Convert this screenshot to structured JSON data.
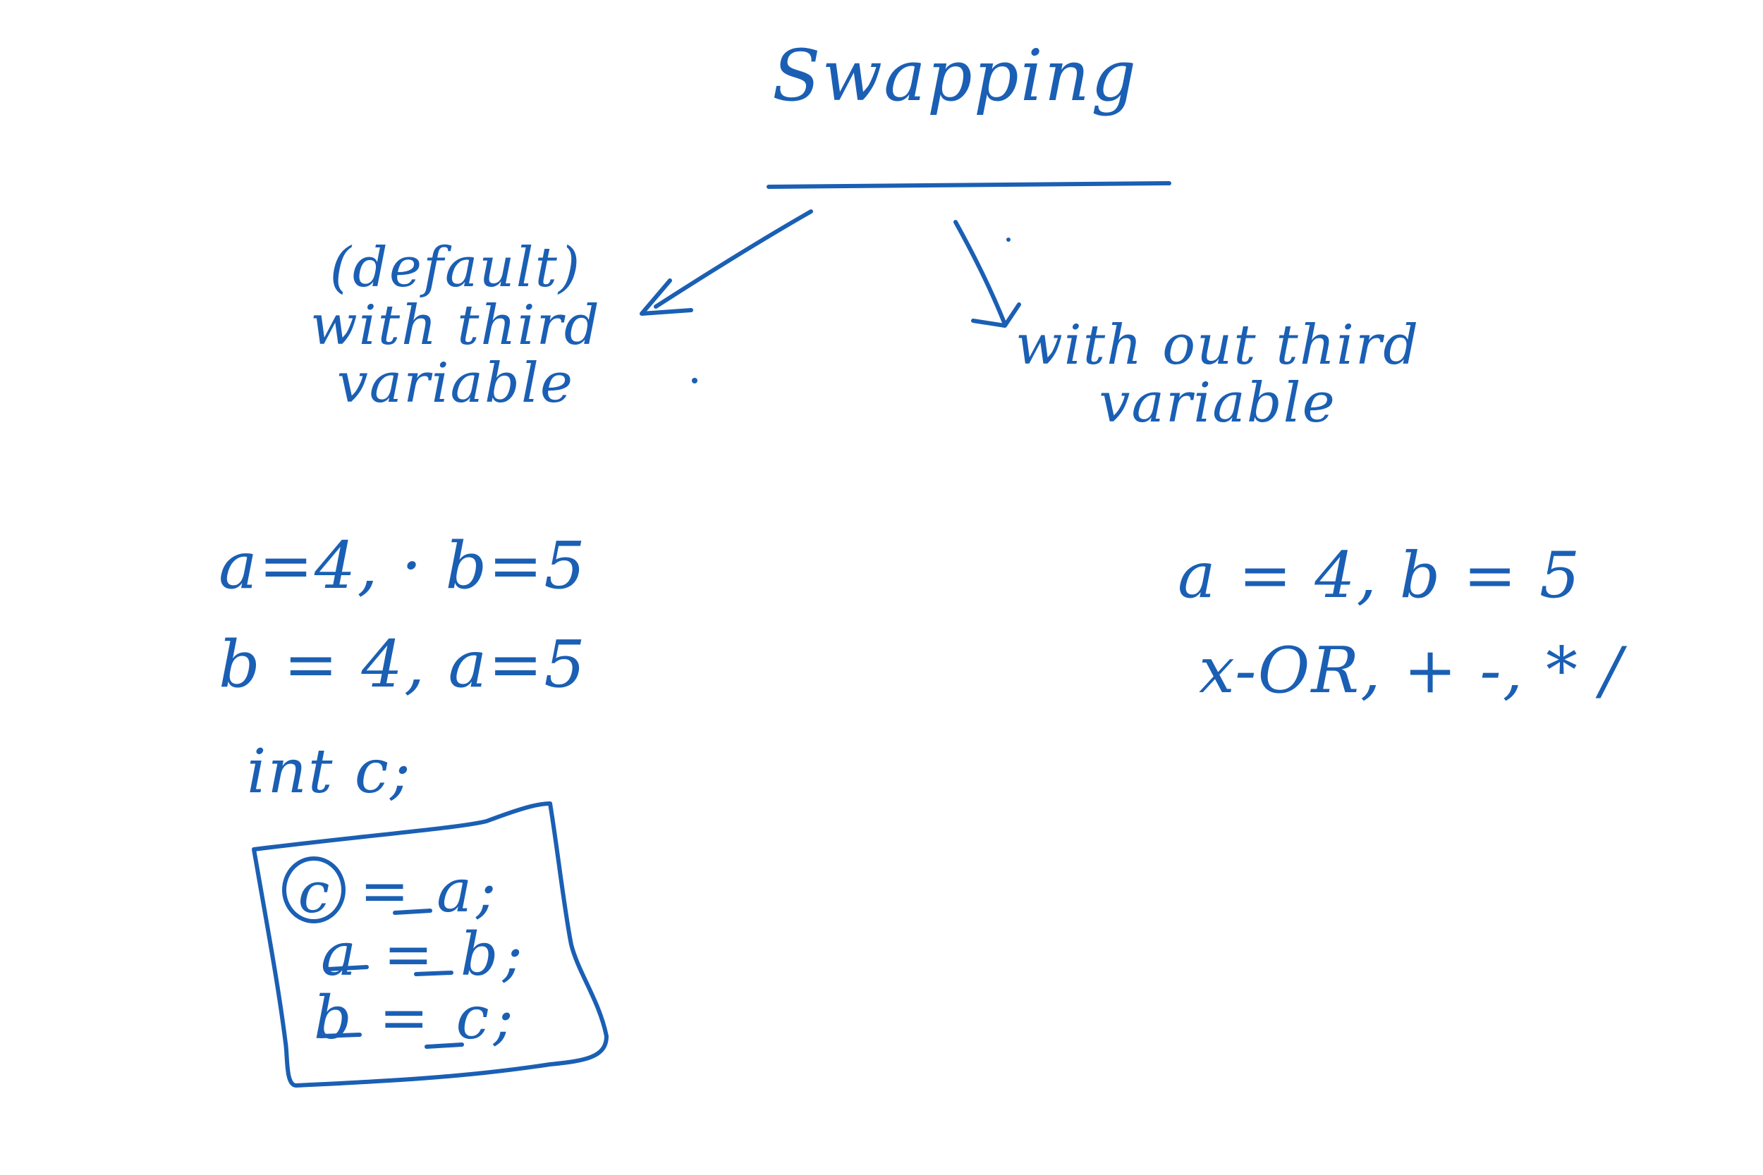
{
  "title": "Swapping",
  "left_branch": {
    "line1": "(default)",
    "line2": "with third",
    "line3": "variable",
    "example1": "a=4, · b=5",
    "example2": "b = 4,   a=5",
    "declaration": "int c;",
    "code": {
      "circled_var": "c",
      "line1": "= a;",
      "line2": "a = b;",
      "line3": "b = c;"
    }
  },
  "right_branch": {
    "line1": "with out third",
    "line2": "variable",
    "example1": "a = 4, b = 5",
    "methods": "x-OR, + -, * /"
  },
  "colors": {
    "ink": "#1a5fb4",
    "background": "#ffffff"
  }
}
